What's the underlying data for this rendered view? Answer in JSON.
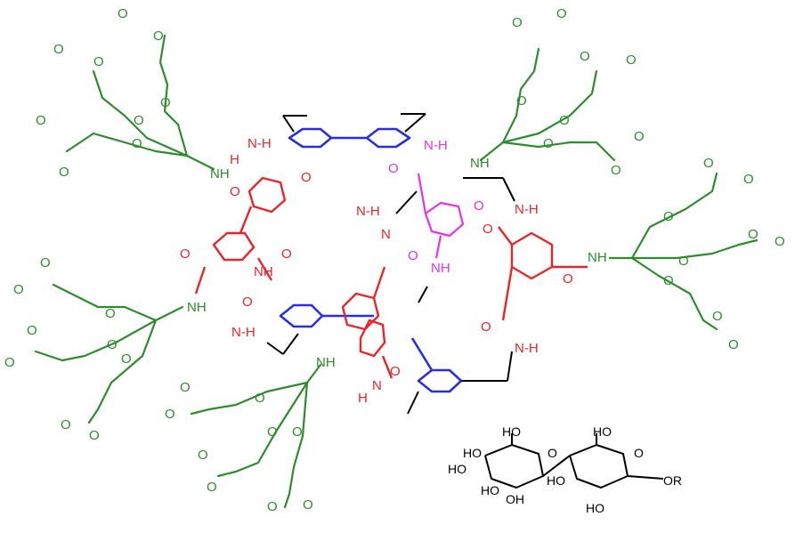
{
  "colors": {
    "dendron": "#2e8b2e",
    "amide_core": "#e8252b",
    "amide_inner": "#e432e8",
    "aryl": "#2a2ee0",
    "linker": "#000000"
  },
  "labels": {
    "carboxylate": "O",
    "charge": "-",
    "ether_o": "O",
    "carbonyl_o": "O",
    "amide_nh": "NH",
    "amide_nh_split": "N-H",
    "amide_n": "N",
    "h": "H"
  },
  "sugar": {
    "oh": "OH",
    "ho": "HO",
    "o": "O",
    "or": "OR"
  }
}
